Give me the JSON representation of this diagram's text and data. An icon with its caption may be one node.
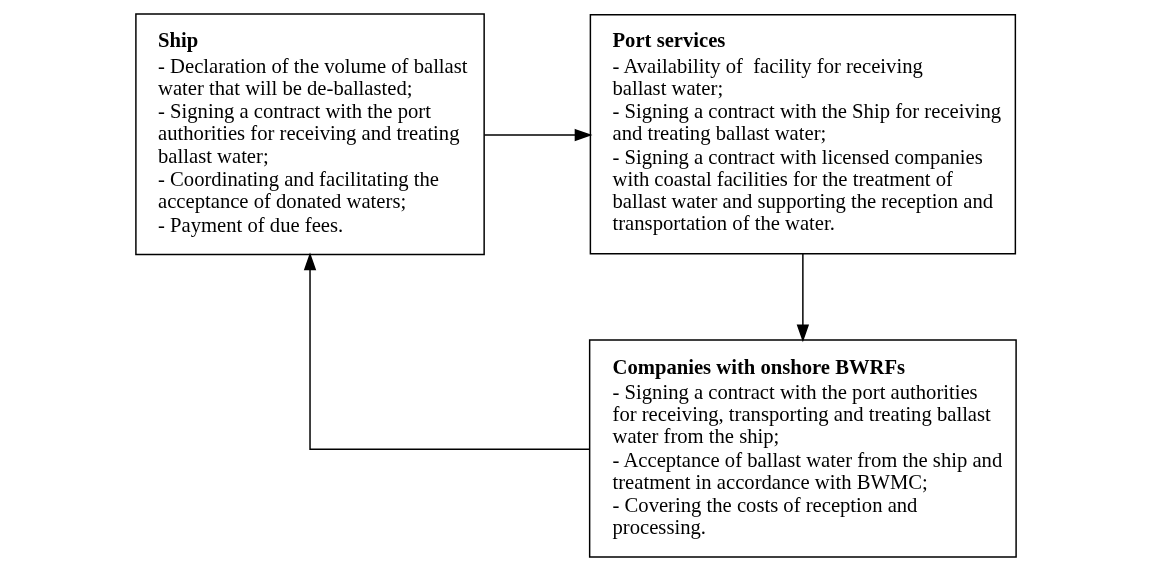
{
  "diagram": {
    "nodes": [
      {
        "text": [
          "Ship",
          "- Declaration of the volume of ballast water that will be de-ballasted;",
          "- Signing a contract with the port authorities for receiving and treating ballast water;",
          "- Coordinating and facilitating the acceptance of donated waters;",
          "- Payment of due fees."
        ]
      },
      {
        "text": [
          "Port services",
          "- Availability of  facility for receiving ballast water;",
          "- Signing a contract with the Ship for receiving and treating ballast water;",
          "- Signing a contract with licensed companies with coastal facilities for the treatment of ballast water and supporting the reception and transportation of the water."
        ]
      },
      {
        "text": [
          "Companies with onshore BWRFs",
          "- Signing a contract with the port authorities for receiving, transporting and treating ballast water from the ship;",
          "- Acceptance of ballast water from the ship and treatment in accordance with BWMC;",
          "- Covering the costs of reception and processing."
        ]
      }
    ],
    "edges": [
      {
        "from": 0,
        "to": 1,
        "arrow": "to"
      },
      {
        "from": 1,
        "to": 2,
        "arrow": "to"
      },
      {
        "from": 2,
        "to": 0,
        "arrow": "to"
      }
    ]
  }
}
